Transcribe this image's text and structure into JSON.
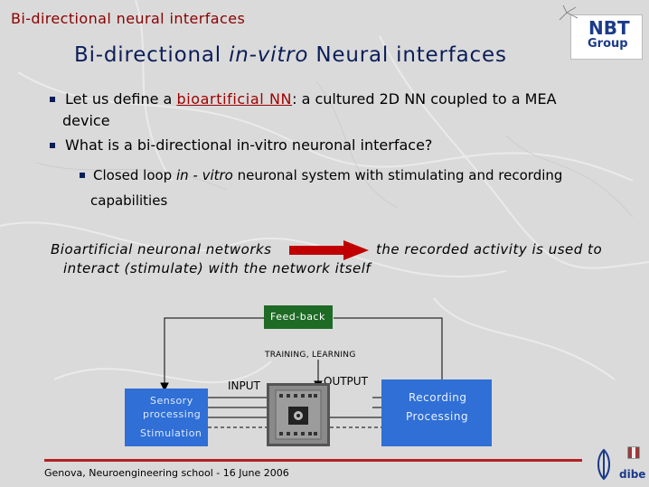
{
  "slide": {
    "header_title": "Bi-directional neural interfaces",
    "title_before": "Bi-directional ",
    "title_italic": "in-vitro",
    "title_after": " Neural interfaces"
  },
  "logo": {
    "top_text": "NBT",
    "bottom_text": "Group",
    "corner_text": "dibe"
  },
  "bullets": {
    "b1_before": "Let us define a ",
    "b1_link": "bioartificial NN",
    "b1_after": ": a cultured 2D NN coupled to a MEA",
    "b1_line2": "device",
    "b2": "What is a bi-directional in-vitro neuronal interface?",
    "sub_before": "Closed loop ",
    "sub_italic": "in - vitro",
    "sub_after": " neuronal system with stimulating and recording",
    "sub_line2": "capabilities"
  },
  "definition": {
    "left": "Bioartificial neuronal networks",
    "right": "the recorded activity is used to",
    "line2": "interact (stimulate) with the network itself"
  },
  "diagram": {
    "feedback": "Feed-back",
    "training": "TRAINING, LEARNING",
    "input": "INPUT",
    "output": "OUTPUT",
    "left_box": {
      "line1": "Sensory",
      "line2": "processing",
      "line3": "Stimulation"
    },
    "right_box": {
      "line1": "Recording",
      "line2": "Processing"
    }
  },
  "footer": {
    "text": "Genova, Neuroengineering school - 16 June 2006"
  },
  "colors": {
    "header_red": "#8b0000",
    "title_navy": "#0b1e58",
    "feedback_green": "#1e6b25",
    "process_blue": "#2f6fd6",
    "arrow_red": "#c00000"
  }
}
